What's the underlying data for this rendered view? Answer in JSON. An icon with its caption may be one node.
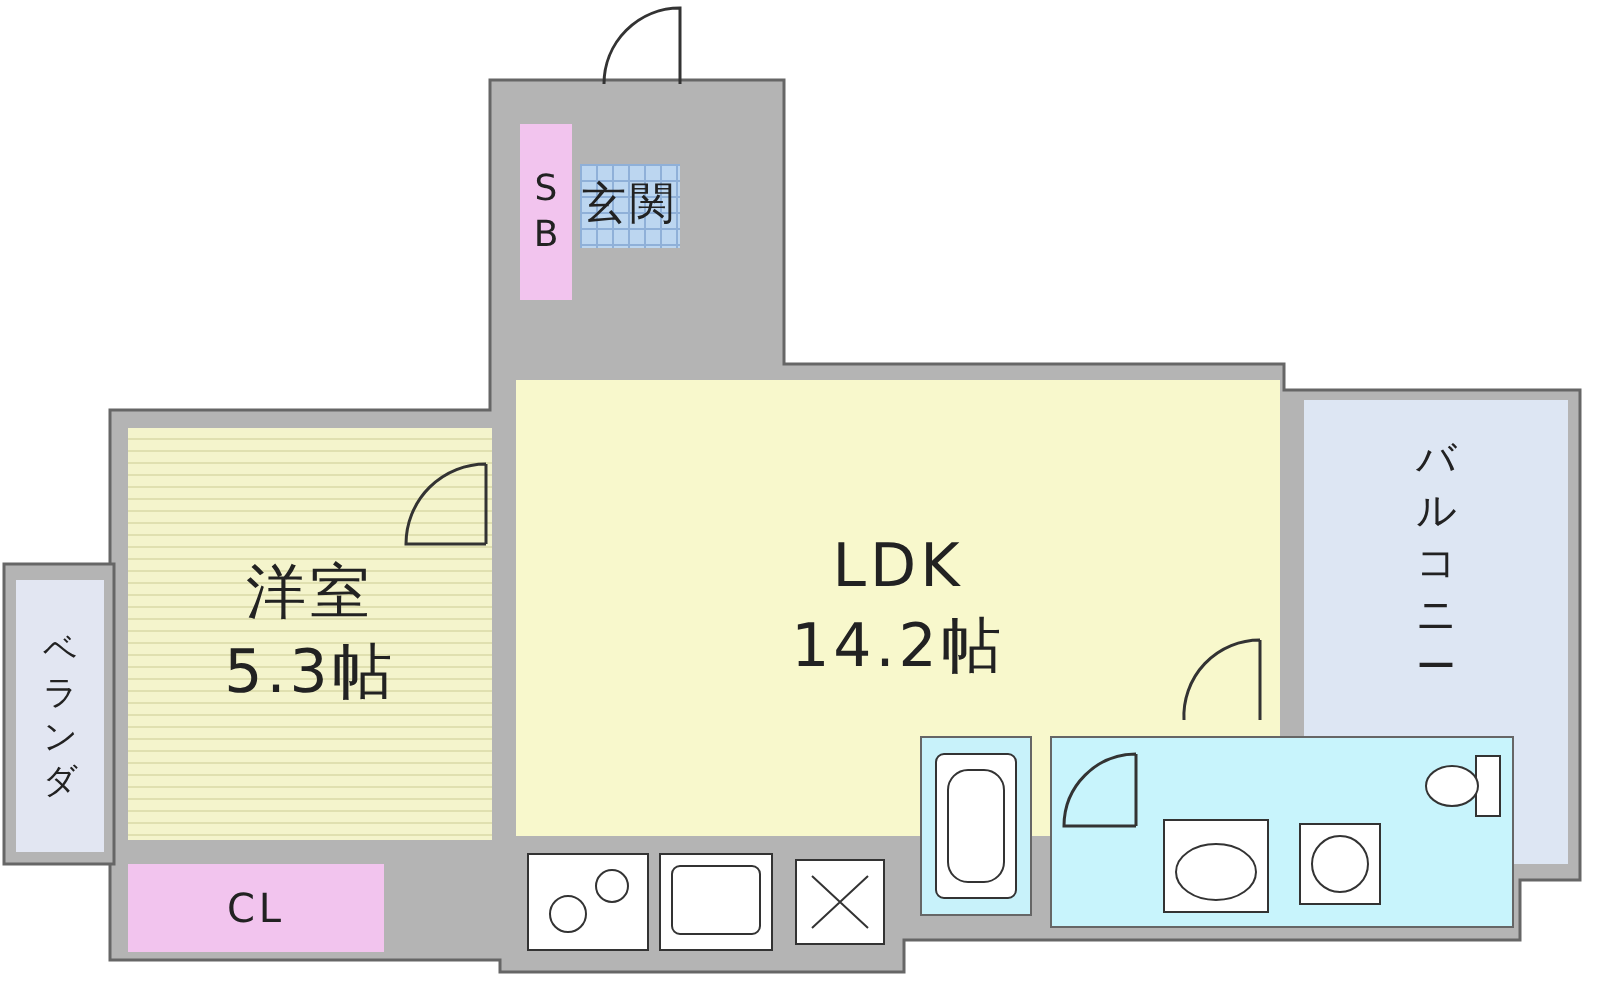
{
  "diagram": {
    "nodes": [
      {
        "text": [
          "玄関"
        ]
      },
      {
        "text": [
          "SB"
        ]
      },
      {
        "text": [
          "LDK 14.2帖"
        ]
      },
      {
        "text": [
          "バルコニー"
        ]
      },
      {
        "text": [
          "洋室 5.3帖"
        ]
      },
      {
        "text": [
          "ベランダ"
        ]
      },
      {
        "text": [],
        "shape": "box"
      },
      {
        "text": [],
        "shape": "box"
      },
      {
        "text": [
          "CL"
        ]
      }
    ]
  }
}
